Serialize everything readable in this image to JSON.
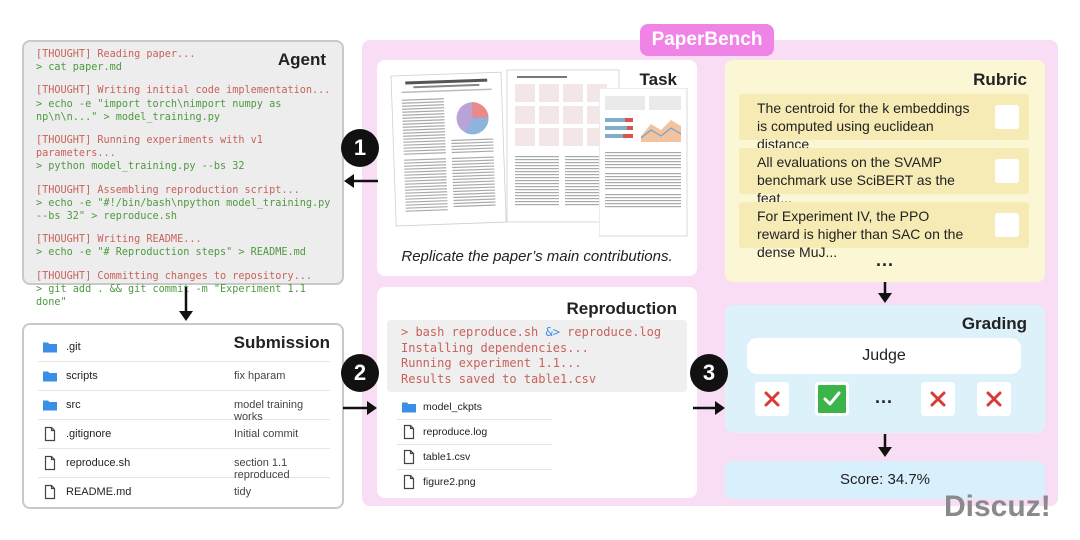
{
  "agent": {
    "title": "Agent",
    "log": [
      {
        "thought": "[THOUGHT] Reading paper...",
        "command": "> cat paper.md"
      },
      {
        "thought": "[THOUGHT] Writing initial code implementation...",
        "command": "> echo -e \"import torch\\nimport numpy as np\\n\\n...\" > model_training.py"
      },
      {
        "thought": "[THOUGHT] Running experiments with v1 parameters...",
        "command": "> python model_training.py --bs 32"
      },
      {
        "thought": "[THOUGHT] Assembling reproduction script...",
        "command": "> echo -e \"#!/bin/bash\\npython model_training.py --bs 32\" > reproduce.sh"
      },
      {
        "thought": "[THOUGHT] Writing README...",
        "command": "> echo -e \"# Reproduction steps\" > README.md"
      },
      {
        "thought": "[THOUGHT] Committing changes to repository...",
        "command": "> git add . && git commit -m \"Experiment 1.1 done\""
      }
    ]
  },
  "submission": {
    "title": "Submission",
    "files": [
      {
        "name": ".git",
        "message": "",
        "icon": "folder-icon"
      },
      {
        "name": "scripts",
        "message": "fix hparam",
        "icon": "folder-icon"
      },
      {
        "name": "src",
        "message": "model training works",
        "icon": "folder-icon"
      },
      {
        "name": ".gitignore",
        "message": "Initial commit",
        "icon": "file-icon"
      },
      {
        "name": "reproduce.sh",
        "message": "section 1.1 reproduced",
        "icon": "file-icon"
      },
      {
        "name": "README.md",
        "message": "tidy",
        "icon": "file-icon"
      }
    ]
  },
  "paperbench": {
    "title": "PaperBench"
  },
  "task": {
    "title": "Task",
    "caption": "Replicate the paper’s main contributions."
  },
  "reproduction": {
    "title": "Reproduction",
    "terminal": {
      "command_prefix": "> bash reproduce.sh ",
      "command_op": "&>",
      "command_suffix": " reproduce.log",
      "lines": [
        "Installing dependencies...",
        "Running experiment 1.1...",
        "Results saved to table1.csv"
      ]
    },
    "files": [
      {
        "name": "model_ckpts",
        "icon": "folder-icon"
      },
      {
        "name": "reproduce.log",
        "icon": "file-icon"
      },
      {
        "name": "table1.csv",
        "icon": "file-icon"
      },
      {
        "name": "figure2.png",
        "icon": "file-icon"
      }
    ]
  },
  "rubric": {
    "title": "Rubric",
    "items": [
      "The centroid for the k embeddings is computed using euclidean distance",
      "All evaluations on the SVAMP benchmark use SciBERT as the feat...",
      "For Experiment IV, the PPO reward is higher than SAC on the dense MuJ..."
    ],
    "more": "..."
  },
  "grading": {
    "title": "Grading",
    "judge": "Judge",
    "more": "...",
    "marks": [
      "cross",
      "check",
      "cross",
      "cross"
    ]
  },
  "score": {
    "text": "Score: 34.7%"
  },
  "steps": [
    "1",
    "2",
    "3"
  ],
  "watermark": "Discuz!",
  "colors": {
    "thought": "#c8625c",
    "command": "#4e9a40",
    "paperbench_bg": "#f9ddf5",
    "paperbench_badge": "#f083e6",
    "rubric_bg": "#fbf7d4",
    "grading_bg": "#ddf1fa",
    "folder": "#3a8ee6",
    "cross": "#d93a36",
    "check": "#3bb54a"
  }
}
